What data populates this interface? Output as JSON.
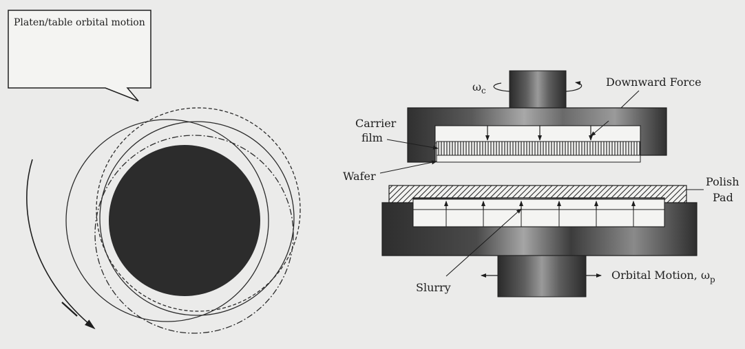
{
  "callout": {
    "text": "Platen/table orbital motion"
  },
  "labels": {
    "omega_c_symbol": "ω",
    "omega_c_sub": "c",
    "downward_force": "Downward Force",
    "carrier": "Carrier",
    "film": "film",
    "wafer": "Wafer",
    "polish": "Polish",
    "pad": "Pad",
    "slurry": "Slurry",
    "orbital_motion": "Orbital Motion, ω",
    "orbital_motion_sub": "p"
  },
  "colors": {
    "background": "#ebebea",
    "ink": "#1e1e1e",
    "dark_fill": "#2c2c2c",
    "metal_mid": "#7a7a7a"
  }
}
